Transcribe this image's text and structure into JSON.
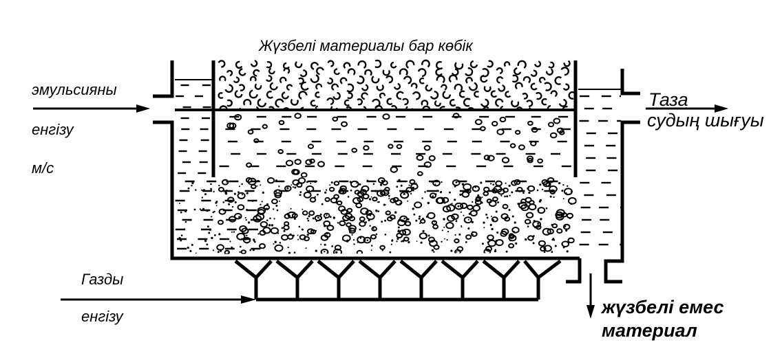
{
  "labels": {
    "top": "Жүзбелі материалы бар көбік",
    "emulsion_line1": "эмульсияны",
    "emulsion_line2": "енгізу",
    "emulsion_line3": "м/с",
    "clean_water_line1": "Таза",
    "clean_water_line2": "судың шығуы",
    "gas_line1": "Газды",
    "gas_line2": "енгізу",
    "nonfloat_line1": "жүзбелі емес",
    "nonfloat_line2": "материал"
  }
}
